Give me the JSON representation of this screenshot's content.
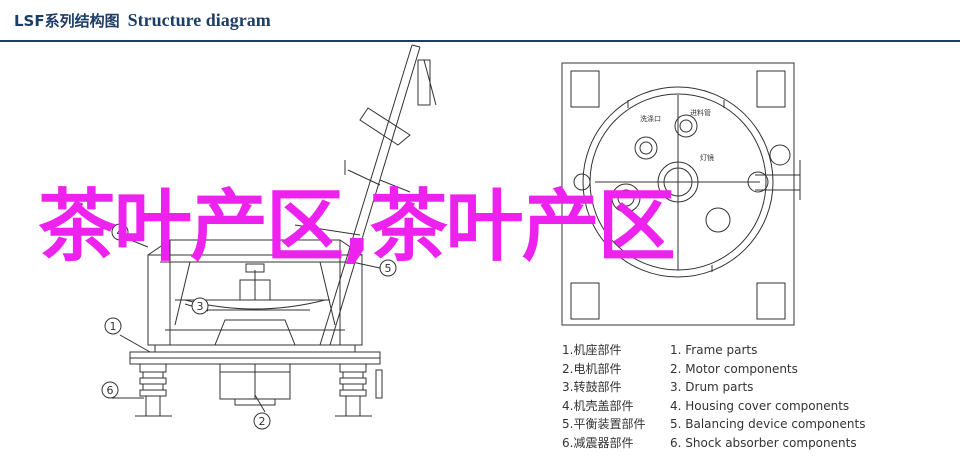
{
  "header": {
    "title_cn": "LSF系列结构图",
    "title_en": "Structure diagram"
  },
  "callouts": {
    "c1": "1",
    "c2": "2",
    "c3": "3",
    "c4": "4",
    "c5": "5",
    "c6": "6"
  },
  "top_view_labels": {
    "clean_port": "洗涤口",
    "feed_pipe": "进料管",
    "light_mirror": "灯镜"
  },
  "legend": {
    "items": [
      {
        "cn": "1.机座部件",
        "en": "1. Frame parts"
      },
      {
        "cn": "2.电机部件",
        "en": "2. Motor components"
      },
      {
        "cn": "3.转鼓部件",
        "en": "3. Drum parts"
      },
      {
        "cn": "4.机壳盖部件",
        "en": "4. Housing cover components"
      },
      {
        "cn": "5.平衡装置部件",
        "en": "5. Balancing device components"
      },
      {
        "cn": "6.减震器部件",
        "en": "6. Shock absorber components"
      }
    ]
  },
  "overlay": {
    "text": "茶叶产区,茶叶产区"
  },
  "colors": {
    "header": "#1d3d66",
    "line": "#333333",
    "overlay": "#ee22ee"
  }
}
